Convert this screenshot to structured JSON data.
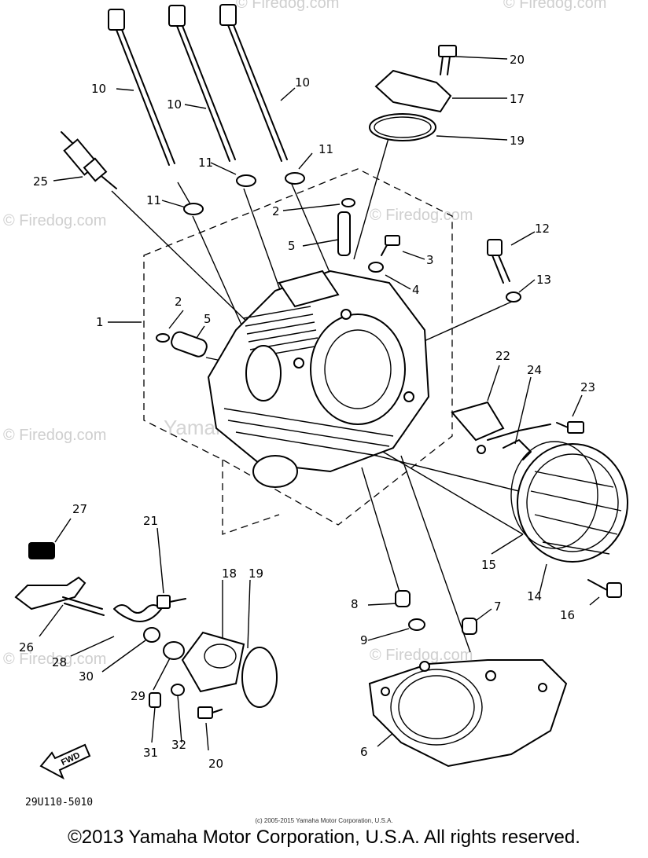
{
  "labels": {
    "l10a": "10",
    "l10b": "10",
    "l10c": "10",
    "l11a": "11",
    "l11b": "11",
    "l11c": "11",
    "l25": "25",
    "l20a": "20",
    "l17": "17",
    "l19a": "19",
    "l2a": "2",
    "l5a": "5",
    "l3": "3",
    "l4": "4",
    "l12": "12",
    "l13": "13",
    "l1": "1",
    "l2b": "2",
    "l5b": "5",
    "l22": "22",
    "l24": "24",
    "l23": "23",
    "l27": "27",
    "l21": "21",
    "l18": "18",
    "l19b": "19",
    "l26": "26",
    "l28": "28",
    "l30": "30",
    "l29": "29",
    "l31": "31",
    "l32": "32",
    "l20b": "20",
    "l8": "8",
    "l9": "9",
    "l7": "7",
    "l6": "6",
    "l15": "15",
    "l14": "14",
    "l16": "16"
  },
  "watermarks": {
    "w1": "© Firedog.com",
    "w2": "© Firedog.com",
    "w3": "© Firedog.com",
    "w4": "© Firedog.com",
    "w5": "© Firedog.com",
    "w6": "© Firedog.com",
    "w7": "© Firedog.com",
    "center": "Yamaha Motor Corp., USA"
  },
  "fwd_label": "FWD",
  "part_code": "29U110-5010",
  "footer": {
    "small": "(c) 2005-2015 Yamaha Motor Corporation, U.S.A.",
    "main": "©2013 Yamaha Motor Corporation, U.S.A. All rights reserved."
  }
}
